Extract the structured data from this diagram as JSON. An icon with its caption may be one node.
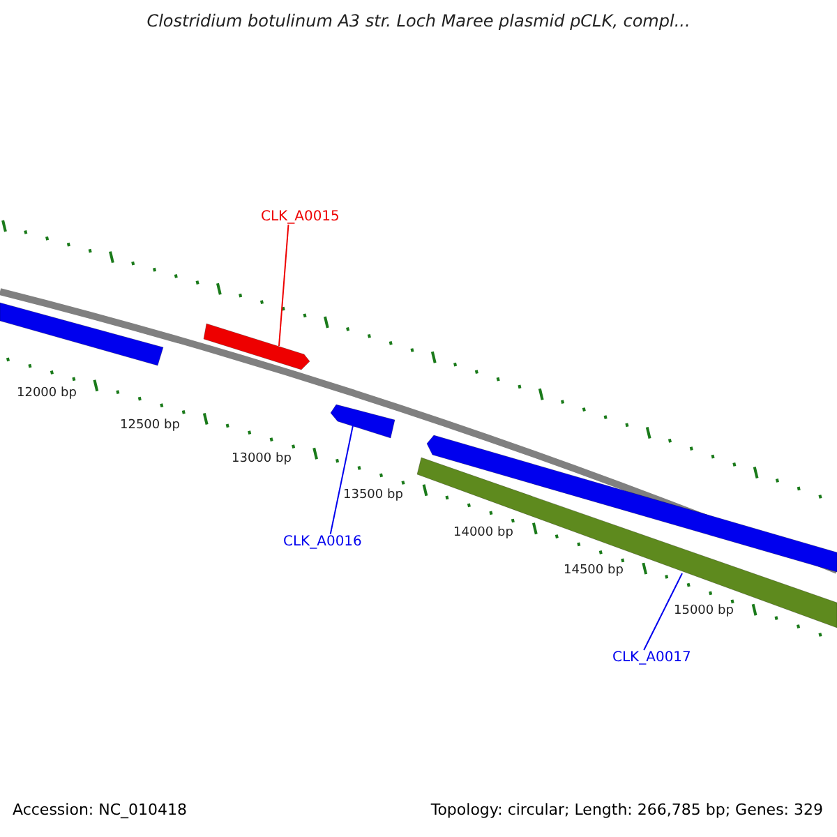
{
  "diagram": {
    "title": "Clostridium botulinum A3 str. Loch Maree plasmid pCLK, compl...",
    "nodes": [
      {
        "text": [
          "CLK_A0015"
        ]
      },
      {
        "text": [],
        "shape": "bar"
      },
      {
        "text": [],
        "shape": "bar"
      },
      {
        "text": [],
        "shape": "bar"
      },
      {
        "text": [],
        "shape": "bar"
      },
      {
        "text": [],
        "shape": "bar"
      },
      {
        "text": [
          "CLK_A0016"
        ]
      },
      {
        "text": [
          "CLK_A0017"
        ]
      }
    ],
    "edges": [
      {
        "from": 0,
        "to": 2,
        "arrow": "none",
        "color": "#ee0000"
      },
      {
        "from": 6,
        "to": 3,
        "arrow": "none"
      },
      {
        "from": 7,
        "to": 5,
        "arrow": "none"
      }
    ],
    "labels": [
      "12000 bp",
      "12500 bp",
      "13000 bp",
      "13500 bp",
      "14000 bp",
      "14500 bp",
      "15000 bp",
      "Accession: NC_010418",
      "Topology: circular; Length: 266,785 bp; Genes: 329"
    ]
  }
}
